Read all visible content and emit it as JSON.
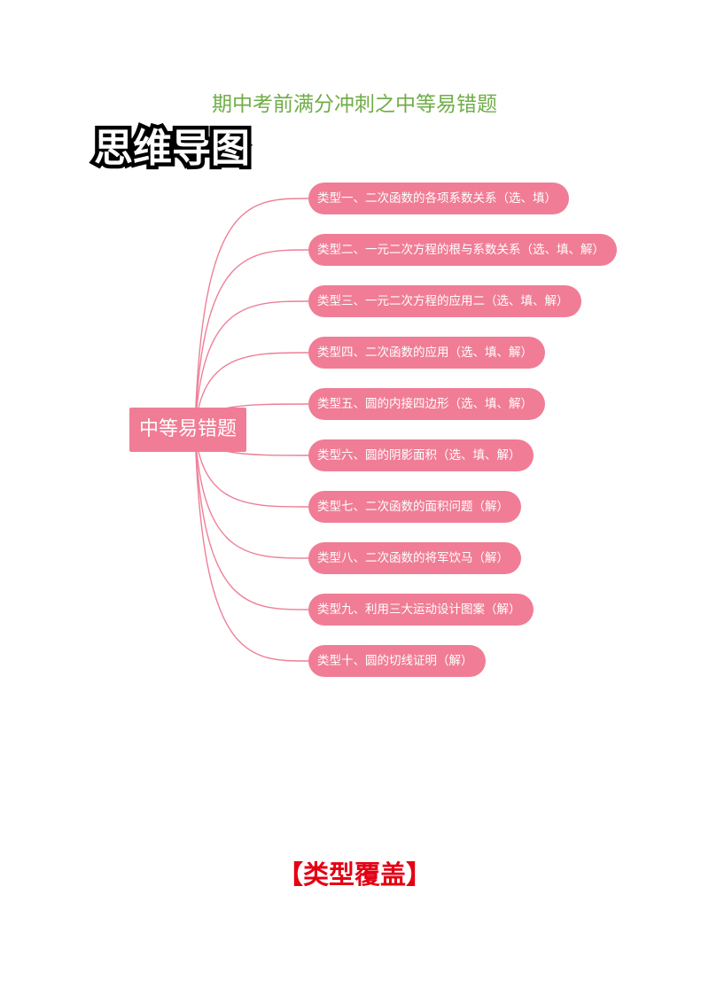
{
  "page": {
    "title": "期中考前满分冲刺之中等易错题",
    "section_heading": "思维导图",
    "footer_label": "【类型覆盖】"
  },
  "mindmap": {
    "center": "中等易错题",
    "branches": [
      "类型一、二次函数的各项系数关系（选、填）",
      "类型二、一元二次方程的根与系数关系（选、填、解）",
      "类型三、一元二次方程的应用二（选、填、解）",
      "类型四、二次函数的应用（选、填、解）",
      "类型五、圆的内接四边形（选、填、解）",
      "类型六、圆的阴影面积（选、填、解）",
      "类型七、二次函数的面积问题（解）",
      "类型八、二次函数的将军饮马（解）",
      "类型九、利用三大运动设计图案（解）",
      "类型十、圆的切线证明（解）"
    ]
  },
  "colors": {
    "title_green": "#70ad47",
    "node_pink": "#f07d95",
    "connector_pink": "#ee7f97",
    "footer_red": "#e50012"
  }
}
